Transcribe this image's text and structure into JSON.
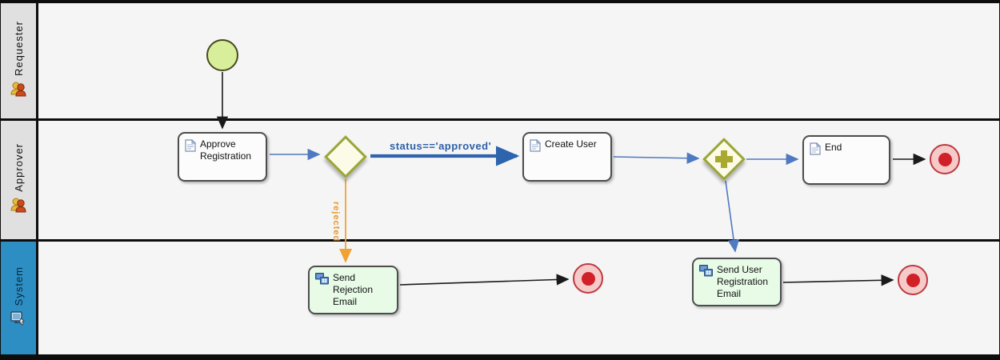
{
  "diagram": {
    "kind": "bpmn-swimlane-process"
  },
  "lanes": [
    {
      "label": "Requester",
      "icon": "people-icon",
      "header_color": "#e0e0e0"
    },
    {
      "label": "Approver",
      "icon": "people-icon",
      "header_color": "#e0e0e0"
    },
    {
      "label": "System",
      "icon": "computer-icon",
      "header_color": "#2d8ec3"
    }
  ],
  "nodes": {
    "start_event": {
      "type": "start-event"
    },
    "approve_registration": {
      "label": "Approve Registration",
      "type": "user-task",
      "lane": "Approver"
    },
    "exclusive_gateway": {
      "type": "exclusive-gateway",
      "lane": "Approver"
    },
    "create_user": {
      "label": "Create User",
      "type": "user-task",
      "lane": "Approver"
    },
    "parallel_gateway": {
      "type": "parallel-gateway",
      "lane": "Approver"
    },
    "end_task": {
      "label": "End",
      "type": "user-task",
      "lane": "Approver"
    },
    "send_rejection_email": {
      "label": "Send Rejection Email",
      "type": "service-task",
      "lane": "System"
    },
    "send_user_registration_email": {
      "label": "Send User Registration Email",
      "type": "service-task",
      "lane": "System"
    },
    "end_event_main": {
      "type": "end-event"
    },
    "end_event_rejection": {
      "type": "end-event"
    },
    "end_event_registration": {
      "type": "end-event"
    }
  },
  "edges": {
    "approved_label": "status=='approved'",
    "rejected_label": "rejected"
  },
  "colors": {
    "lane_body": "#f5f5f5",
    "lane_header_gray": "#e0e0e0",
    "lane_header_blue": "#2d8ec3",
    "frame_black": "#0d0d0d",
    "flow_blue": "#4f79c0",
    "flow_blue_thick": "#2e64ad",
    "flow_orange": "#f0a232",
    "flow_black": "#1a1a1a",
    "gateway_border": "#9aa637",
    "gateway_fill": "#fcfbe8",
    "start_fill": "#d9ee9a",
    "end_fill": "#f7caca",
    "end_dot": "#cf2127",
    "task_green": "#e7fbe7"
  }
}
